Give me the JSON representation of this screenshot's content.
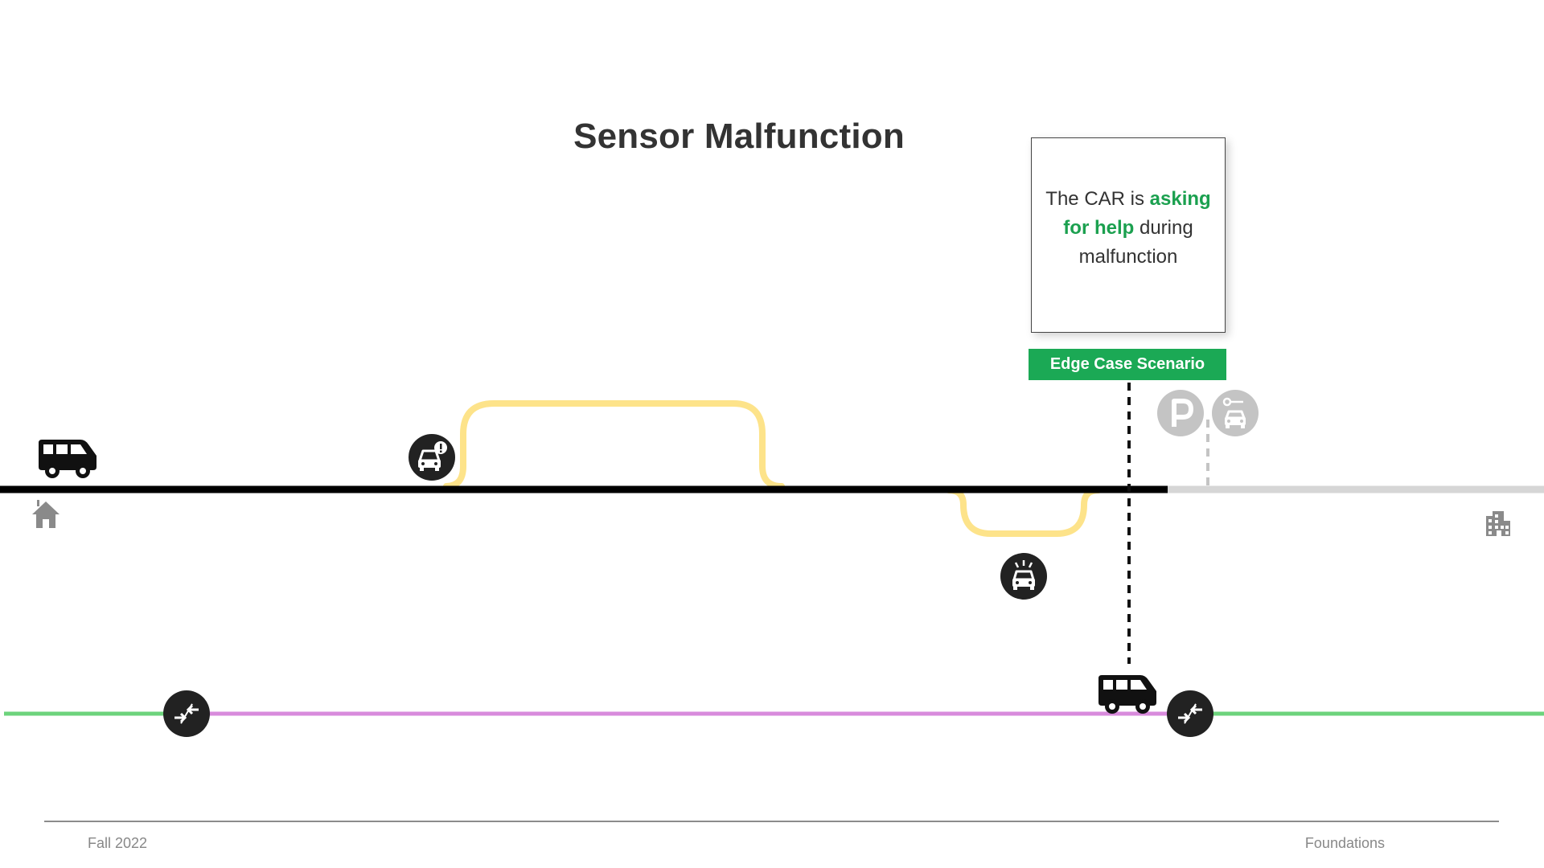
{
  "title": "Sensor Malfunction",
  "note": {
    "prefix": "The CAR is ",
    "highlight": "asking for help",
    "suffix": " during malfunction"
  },
  "tag_label": "Edge Case Scenario",
  "footer": {
    "left": "Fall 2022",
    "right": "Foundations"
  },
  "icons": [
    "van-icon",
    "home-icon",
    "car-alert-icon",
    "car-siren-icon",
    "parking-icon",
    "car-charging-icon",
    "building-icon",
    "merge-icon",
    "van-icon"
  ],
  "colors": {
    "main_line": "#000000",
    "future_line": "#d6d6d6",
    "detour": "#fde38a",
    "green_line": "#6dd37c",
    "purple_line": "#d88bdc",
    "accent_green": "#1ba955",
    "icon_dark": "#222222",
    "icon_gray": "#c4c4c4"
  }
}
